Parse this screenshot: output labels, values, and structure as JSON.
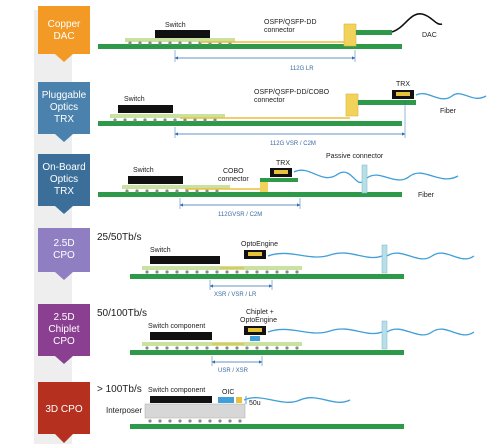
{
  "stages": [
    {
      "lines": [
        "Copper",
        "DAC"
      ],
      "color": "#f29a25",
      "text_color": "#ffffff"
    },
    {
      "lines": [
        "Pluggable",
        "Optics",
        "TRX"
      ],
      "color": "#4a81ad",
      "text_color": "#ffffff"
    },
    {
      "lines": [
        "On-Board",
        "Optics",
        "TRX"
      ],
      "color": "#3b6f99",
      "text_color": "#ffffff"
    },
    {
      "lines": [
        "2.5D",
        "CPO"
      ],
      "color": "#8f7fc2",
      "text_color": "#ffffff"
    },
    {
      "lines": [
        "2.5D",
        "Chiplet",
        "CPO"
      ],
      "color": "#8a3f91",
      "text_color": "#ffffff"
    },
    {
      "lines": [
        "3D CPO"
      ],
      "color": "#b5301e",
      "text_color": "#ffffff"
    }
  ],
  "rows": {
    "r1": {
      "switch": "Switch",
      "connector": [
        "OSFP/QSFP-DD",
        "connector"
      ],
      "dac": "DAC",
      "link": "112G LR"
    },
    "r2": {
      "switch": "Switch",
      "connector": [
        "OSFP/QSFP-DD/COBO",
        "connector"
      ],
      "trx": "TRX",
      "fiber": "Fiber",
      "link": "112G VSR / C2M"
    },
    "r3": {
      "switch": "Switch",
      "cobo": [
        "COBO",
        "connector"
      ],
      "trx": "TRX",
      "passive": "Passive connector",
      "fiber": "Fiber",
      "link": "112GVSR / C2M"
    },
    "r4": {
      "rate": "25/50Tb/s",
      "switch": "Switch",
      "engine": "OptoEngine",
      "link": "XSR / VSR / LR"
    },
    "r5": {
      "rate": "50/100Tb/s",
      "switch": "Switch component",
      "engine": [
        "Chiplet +",
        "OptoEngine"
      ],
      "link": "USR / XSR"
    },
    "r6": {
      "rate": "> 100Tb/s",
      "switch": "Switch component",
      "interposer": "Interposer",
      "oic": "OIC",
      "dist": "50u"
    }
  },
  "colors": {
    "board": "#2e9a49",
    "chip": "#111111",
    "substrate": "#c9e2a0",
    "ball": "#8a8a8a",
    "trace": "#e8c13a",
    "fiber": "#3f9fd8",
    "arrow": "#2f6fb0",
    "connector": "#f1d35c"
  }
}
